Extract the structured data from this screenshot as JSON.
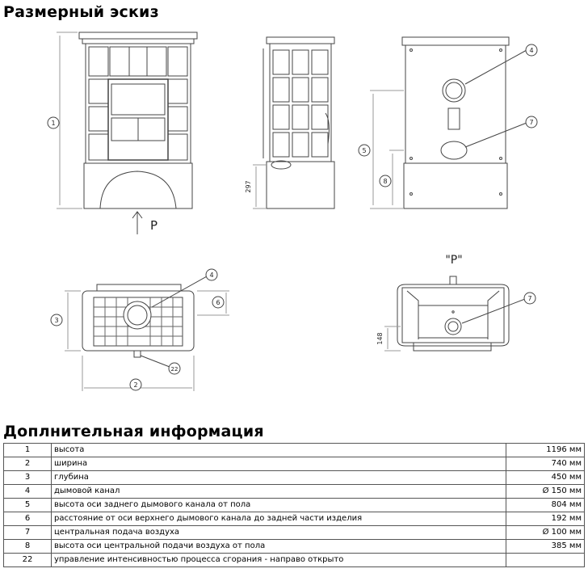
{
  "headings": {
    "sketch": "Размерный эскиз",
    "info": "Доплнительная информация"
  },
  "drawing_labels": {
    "view_arrow": "P",
    "view_title": "\"P\"",
    "dim_297": "297",
    "dim_148": "148",
    "callouts": [
      "1",
      "2",
      "3",
      "4",
      "5",
      "6",
      "7",
      "8",
      "22"
    ]
  },
  "table": {
    "rows": [
      {
        "num": "1",
        "label": "высота",
        "value": "1196 мм"
      },
      {
        "num": "2",
        "label": "ширина",
        "value": "740 мм"
      },
      {
        "num": "3",
        "label": "глубина",
        "value": "450 мм"
      },
      {
        "num": "4",
        "label": "дымовой канал",
        "value": "Ø 150 мм"
      },
      {
        "num": "5",
        "label": "высота оси заднего дымового канала от пола",
        "value": "804 мм"
      },
      {
        "num": "6",
        "label": "расстояние от оси верхнего дымового канала до задней части изделия",
        "value": "192 мм"
      },
      {
        "num": "7",
        "label": "центральная подача воздуха",
        "value": "Ø 100 мм"
      },
      {
        "num": "8",
        "label": "высота оси центральной подачи воздуха от пола",
        "value": "385 мм"
      },
      {
        "num": "22",
        "label": "управление интенсивностью процесса сгорания - направо открыто",
        "value": ""
      }
    ]
  }
}
